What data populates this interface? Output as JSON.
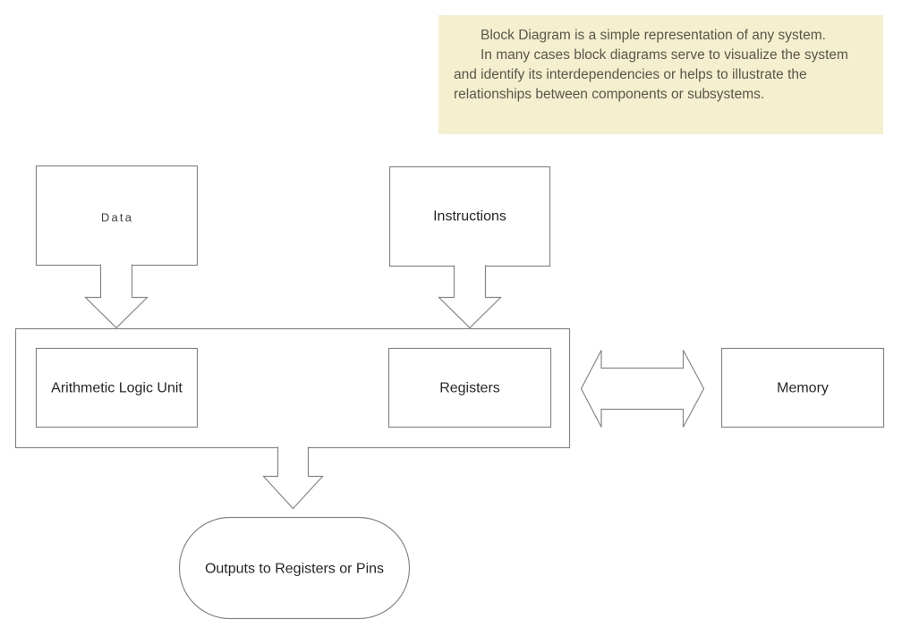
{
  "note": {
    "paragraph1": "Block Diagram is a simple representation of any system.",
    "paragraph2": "In many cases block diagrams serve to visualize the system and identify its interdependencies or helps to illustrate the relationships between components or subsystems."
  },
  "blocks": {
    "data": "Data",
    "instructions": "Instructions",
    "alu": "Arithmetic Logic Unit",
    "registers": "Registers",
    "memory": "Memory",
    "outputs": "Outputs to Registers or Pins"
  },
  "colors": {
    "background": "#ffffff",
    "note_bg": "#f4efce",
    "note_text": "#59564b",
    "shape_border": "#868686",
    "label_text": "#262626",
    "data_label_text": "#404040"
  }
}
